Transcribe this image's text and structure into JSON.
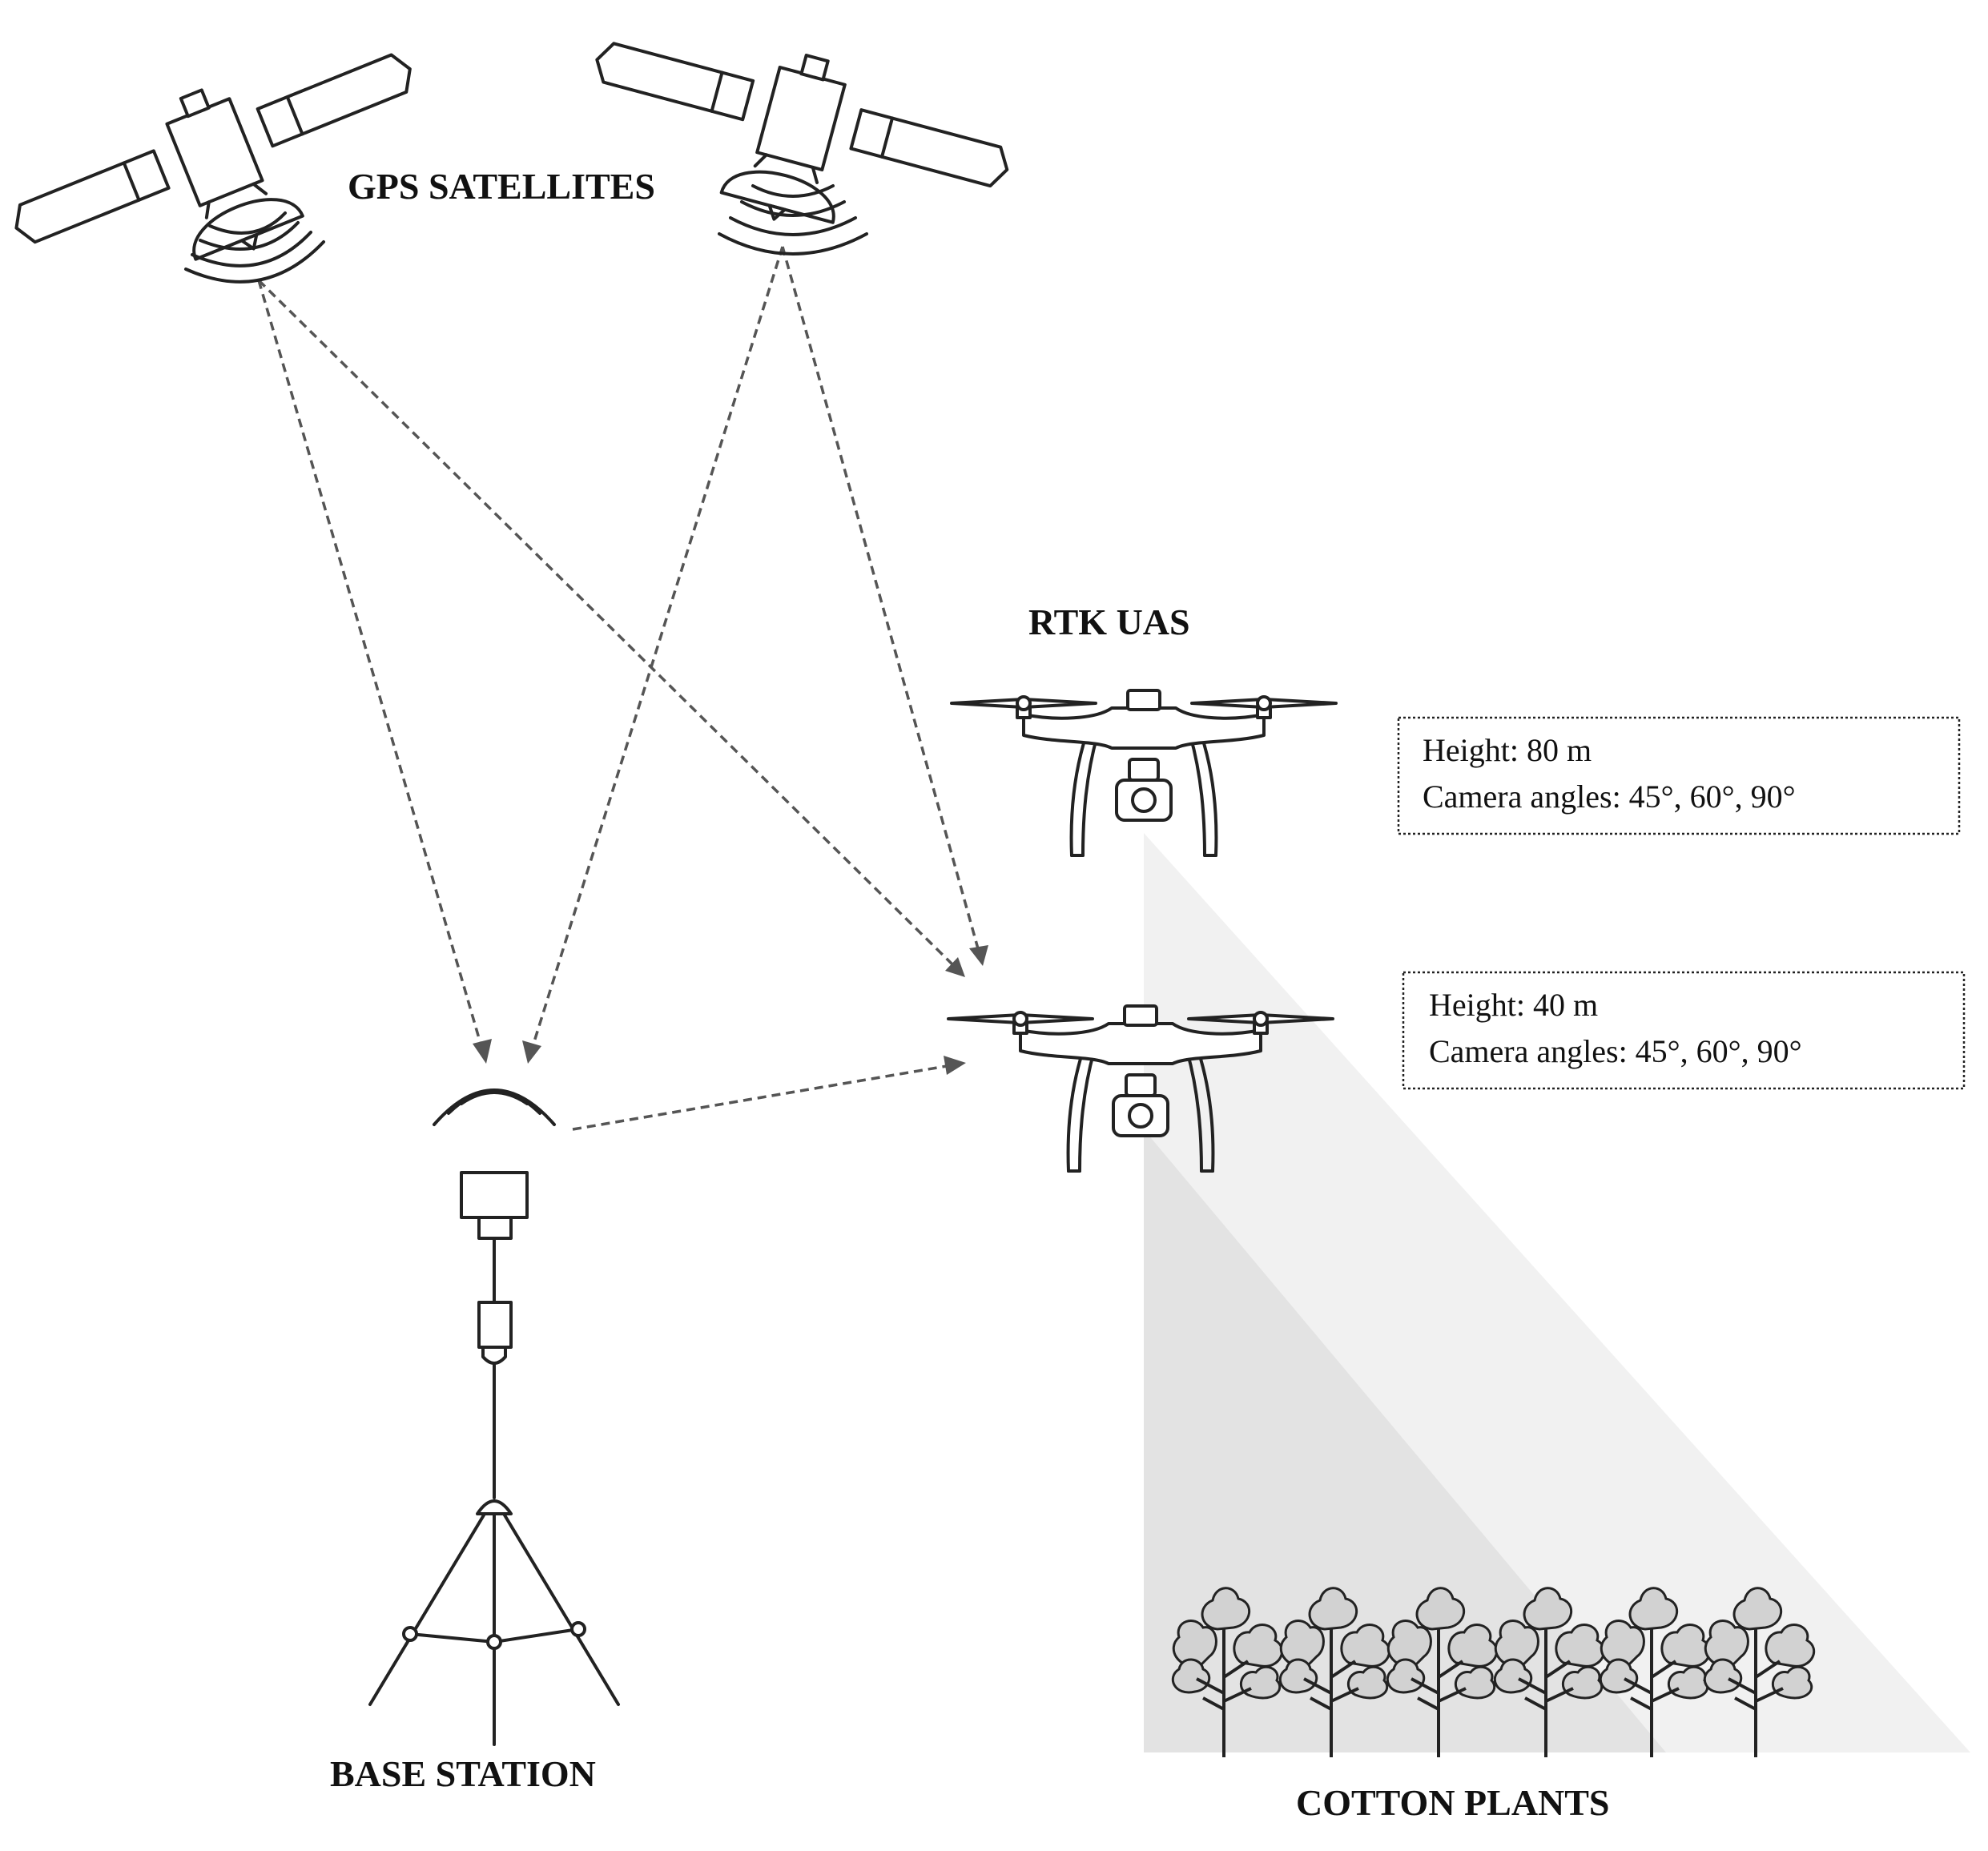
{
  "labels": {
    "gps": "GPS SATELLITES",
    "uas": "RTK UAS",
    "base": "BASE STATION",
    "cotton": "COTTON PLANTS"
  },
  "flights": [
    {
      "height": "Height: 80 m",
      "angles": "Camera angles: 45°, 60°, 90°"
    },
    {
      "height": "Height: 40 m",
      "angles": "Camera angles: 45°, 60°, 90°"
    }
  ],
  "colors": {
    "line": "#222222",
    "arrow": "#555555",
    "cone_far": "#f1f1f1",
    "cone_near": "#e3e3e3"
  },
  "icons": [
    "satellite-icon",
    "drone-icon",
    "base-station-icon",
    "cotton-plant-icon",
    "signal-wave-icon"
  ]
}
